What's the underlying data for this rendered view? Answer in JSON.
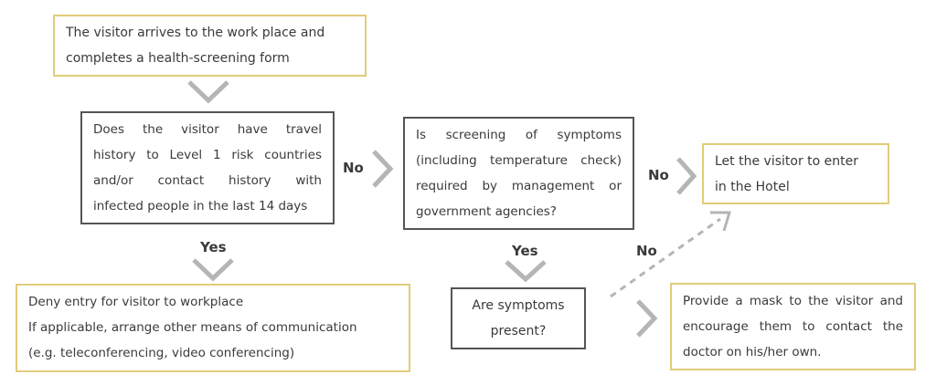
{
  "colors": {
    "start_border": "#e0cc7a",
    "decision_border": "#555555",
    "arrow": "#b5b5b5"
  },
  "nodes": {
    "start": {
      "lines": [
        "The visitor arrives to the work place and",
        "completes a health-screening form"
      ]
    },
    "travel_question": {
      "lines": [
        "Does the visitor have travel",
        "history to Level 1 risk countries",
        "and/or contact history with",
        "infected people in the last 14 days"
      ]
    },
    "screening_question": {
      "lines": [
        "Is screening of symptoms",
        "(including temperature check)",
        "required by management or",
        "government agencies?"
      ]
    },
    "enter": {
      "lines": [
        "Let the visitor to enter",
        "in the Hotel"
      ]
    },
    "deny": {
      "lines": [
        "Deny entry for visitor to workplace",
        "If applicable, arrange other means of communication",
        "(e.g. teleconferencing, video conferencing)"
      ]
    },
    "symptoms": {
      "lines": [
        "Are symptoms",
        "present?"
      ]
    },
    "mask": {
      "lines": [
        "Provide a mask to the visitor and",
        "encourage them to contact the",
        "doctor on his/her own."
      ]
    }
  },
  "edge_labels": {
    "travel_no": "No",
    "screening_no": "No",
    "travel_yes": "Yes",
    "screening_yes": "Yes",
    "symptoms_no": "No"
  }
}
